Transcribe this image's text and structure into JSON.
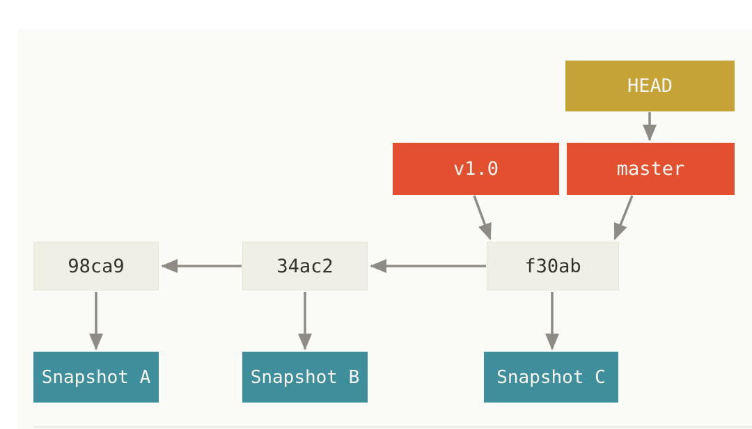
{
  "colors": {
    "page_bg": "#ffffff",
    "canvas_bg": "#fafaf7",
    "pointer_bg": "#c6a336",
    "ref_bg": "#e2502f",
    "commit_bg": "#f0efe6",
    "commit_border": "#e7e6db",
    "commit_text": "#33322d",
    "snapshot_bg": "#3f8e9b",
    "box_text_light": "#f7f6f2",
    "arrow": "#8e8b85"
  },
  "nodes": {
    "head": {
      "label": "HEAD",
      "type": "pointer"
    },
    "v1_0": {
      "label": "v1.0",
      "type": "tag"
    },
    "master": {
      "label": "master",
      "type": "branch"
    },
    "98ca9": {
      "label": "98ca9",
      "type": "commit"
    },
    "34ac2": {
      "label": "34ac2",
      "type": "commit"
    },
    "f30ab": {
      "label": "f30ab",
      "type": "commit"
    },
    "snapshot_a": {
      "label": "Snapshot A",
      "type": "snapshot"
    },
    "snapshot_b": {
      "label": "Snapshot B",
      "type": "snapshot"
    },
    "snapshot_c": {
      "label": "Snapshot C",
      "type": "snapshot"
    }
  },
  "edges": [
    {
      "from": "HEAD",
      "to": "master"
    },
    {
      "from": "v1.0",
      "to": "f30ab"
    },
    {
      "from": "master",
      "to": "f30ab"
    },
    {
      "from": "f30ab",
      "to": "34ac2"
    },
    {
      "from": "34ac2",
      "to": "98ca9"
    },
    {
      "from": "98ca9",
      "to": "Snapshot A"
    },
    {
      "from": "34ac2",
      "to": "Snapshot B"
    },
    {
      "from": "f30ab",
      "to": "Snapshot C"
    }
  ]
}
